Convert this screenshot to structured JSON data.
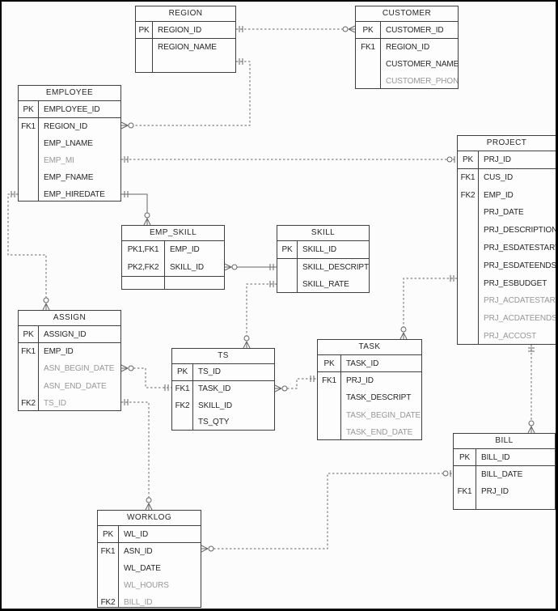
{
  "diagram": {
    "type": "entity-relationship-diagram",
    "colors": {
      "background": "#fcfcfc",
      "table_background": "#fdfdfd",
      "border": "#3f3f3f",
      "line": "#666666",
      "text": "#262626",
      "muted_text": "#979797",
      "frame": "#000000"
    },
    "tables": [
      {
        "id": "region",
        "title": "REGION",
        "columns": [
          {
            "key": "PK",
            "name": "REGION_ID",
            "muted": false
          },
          {
            "key": "",
            "name": "REGION_NAME",
            "muted": false
          }
        ]
      },
      {
        "id": "customer",
        "title": "CUSTOMER",
        "columns": [
          {
            "key": "PK",
            "name": "CUSTOMER_ID",
            "muted": false
          },
          {
            "key": "FK1",
            "name": "REGION_ID",
            "muted": false
          },
          {
            "key": "",
            "name": "CUSTOMER_NAME",
            "muted": false
          },
          {
            "key": "",
            "name": "CUSTOMER_PHONE",
            "muted": true
          }
        ]
      },
      {
        "id": "employee",
        "title": "EMPLOYEE",
        "columns": [
          {
            "key": "PK",
            "name": "EMPLOYEE_ID",
            "muted": false
          },
          {
            "key": "FK1",
            "name": "REGION_ID",
            "muted": false
          },
          {
            "key": "",
            "name": "EMP_LNAME",
            "muted": false
          },
          {
            "key": "",
            "name": "EMP_MI",
            "muted": true
          },
          {
            "key": "",
            "name": "EMP_FNAME",
            "muted": false
          },
          {
            "key": "",
            "name": "EMP_HIREDATE",
            "muted": false
          }
        ]
      },
      {
        "id": "project",
        "title": "PROJECT",
        "columns": [
          {
            "key": "PK",
            "name": "PRJ_ID",
            "muted": false
          },
          {
            "key": "FK1",
            "name": "CUS_ID",
            "muted": false
          },
          {
            "key": "FK2",
            "name": "EMP_ID",
            "muted": false
          },
          {
            "key": "",
            "name": "PRJ_DATE",
            "muted": false
          },
          {
            "key": "",
            "name": "PRJ_DESCRIPTION",
            "muted": false
          },
          {
            "key": "",
            "name": "PRJ_ESDATESTART",
            "muted": false
          },
          {
            "key": "",
            "name": "PRJ_ESDATEENDS",
            "muted": false
          },
          {
            "key": "",
            "name": "PRJ_ESBUDGET",
            "muted": false
          },
          {
            "key": "",
            "name": "PRJ_ACDATESTART",
            "muted": true
          },
          {
            "key": "",
            "name": "PRJ_ACDATEENDS",
            "muted": true
          },
          {
            "key": "",
            "name": "PRJ_ACCOST",
            "muted": true
          }
        ]
      },
      {
        "id": "emp_skill",
        "title": "EMP_SKILL",
        "columns": [
          {
            "key": "PK1,FK1",
            "name": "EMP_ID",
            "muted": false
          },
          {
            "key": "PK2,FK2",
            "name": "SKILL_ID",
            "muted": false
          }
        ]
      },
      {
        "id": "skill",
        "title": "SKILL",
        "columns": [
          {
            "key": "PK",
            "name": "SKILL_ID",
            "muted": false
          },
          {
            "key": "",
            "name": "SKILL_DESCRIPTION",
            "muted": false
          },
          {
            "key": "",
            "name": "SKILL_RATE",
            "muted": false
          }
        ]
      },
      {
        "id": "assign",
        "title": "ASSIGN",
        "columns": [
          {
            "key": "PK",
            "name": "ASSIGN_ID",
            "muted": false
          },
          {
            "key": "FK1",
            "name": "EMP_ID",
            "muted": false
          },
          {
            "key": "",
            "name": "ASN_BEGIN_DATE",
            "muted": true
          },
          {
            "key": "",
            "name": "ASN_END_DATE",
            "muted": true
          },
          {
            "key": "FK2",
            "name": "TS_ID",
            "muted": true
          }
        ]
      },
      {
        "id": "ts",
        "title": "TS",
        "columns": [
          {
            "key": "PK",
            "name": "TS_ID",
            "muted": false
          },
          {
            "key": "FK1",
            "name": "TASK_ID",
            "muted": false
          },
          {
            "key": "FK2",
            "name": "SKILL_ID",
            "muted": false
          },
          {
            "key": "",
            "name": "TS_QTY",
            "muted": false
          }
        ]
      },
      {
        "id": "task",
        "title": "TASK",
        "columns": [
          {
            "key": "PK",
            "name": "TASK_ID",
            "muted": false
          },
          {
            "key": "FK1",
            "name": "PRJ_ID",
            "muted": false
          },
          {
            "key": "",
            "name": "TASK_DESCRIPT",
            "muted": false
          },
          {
            "key": "",
            "name": "TASK_BEGIN_DATE",
            "muted": true
          },
          {
            "key": "",
            "name": "TASK_END_DATE",
            "muted": true
          }
        ]
      },
      {
        "id": "bill",
        "title": "BILL",
        "columns": [
          {
            "key": "PK",
            "name": "BILL_ID",
            "muted": false
          },
          {
            "key": "",
            "name": "BILL_DATE",
            "muted": false
          },
          {
            "key": "FK1",
            "name": "PRJ_ID",
            "muted": false
          }
        ]
      },
      {
        "id": "worklog",
        "title": "WORKLOG",
        "columns": [
          {
            "key": "PK",
            "name": "WL_ID",
            "muted": false
          },
          {
            "key": "FK1",
            "name": "ASN_ID",
            "muted": false
          },
          {
            "key": "",
            "name": "WL_DATE",
            "muted": false
          },
          {
            "key": "",
            "name": "WL_HOURS",
            "muted": true
          },
          {
            "key": "FK2",
            "name": "BILL_ID",
            "muted": true
          }
        ]
      }
    ],
    "relationships": [
      {
        "from": "REGION",
        "to": "CUSTOMER",
        "from_end": "exactly-one",
        "to_end": "zero-or-many",
        "line": "dashed"
      },
      {
        "from": "REGION",
        "to": "EMPLOYEE",
        "from_end": "exactly-one",
        "to_end": "zero-or-many",
        "line": "dashed"
      },
      {
        "from": "EMPLOYEE",
        "to": "PROJECT",
        "from_end": "exactly-one",
        "to_end": "zero-or-one",
        "line": "dashed"
      },
      {
        "from": "EMPLOYEE",
        "to": "EMP_SKILL",
        "from_end": "exactly-one",
        "to_end": "zero-or-many",
        "line": "solid"
      },
      {
        "from": "EMPLOYEE",
        "to": "ASSIGN",
        "from_end": "exactly-one",
        "to_end": "zero-or-many",
        "line": "dashed"
      },
      {
        "from": "EMP_SKILL",
        "to": "SKILL",
        "from_end": "zero-or-many",
        "to_end": "exactly-one",
        "line": "solid"
      },
      {
        "from": "SKILL",
        "to": "TS",
        "from_end": "exactly-one",
        "to_end": "zero-or-many",
        "line": "dashed"
      },
      {
        "from": "PROJECT",
        "to": "TASK",
        "from_end": "exactly-one",
        "to_end": "zero-or-many",
        "line": "dashed"
      },
      {
        "from": "PROJECT",
        "to": "BILL",
        "from_end": "exactly-one",
        "to_end": "zero-or-many",
        "line": "dashed"
      },
      {
        "from": "ASSIGN",
        "to": "TS",
        "from_end": "zero-or-many",
        "to_end": "exactly-one",
        "line": "dashed"
      },
      {
        "from": "ASSIGN",
        "to": "WORKLOG",
        "from_end": "exactly-one",
        "to_end": "zero-or-many",
        "line": "dashed"
      },
      {
        "from": "TS",
        "to": "TASK",
        "from_end": "zero-or-many",
        "to_end": "exactly-one",
        "line": "dashed"
      },
      {
        "from": "WORKLOG",
        "to": "BILL",
        "from_end": "zero-or-many",
        "to_end": "zero-or-one",
        "line": "dashed"
      }
    ]
  }
}
